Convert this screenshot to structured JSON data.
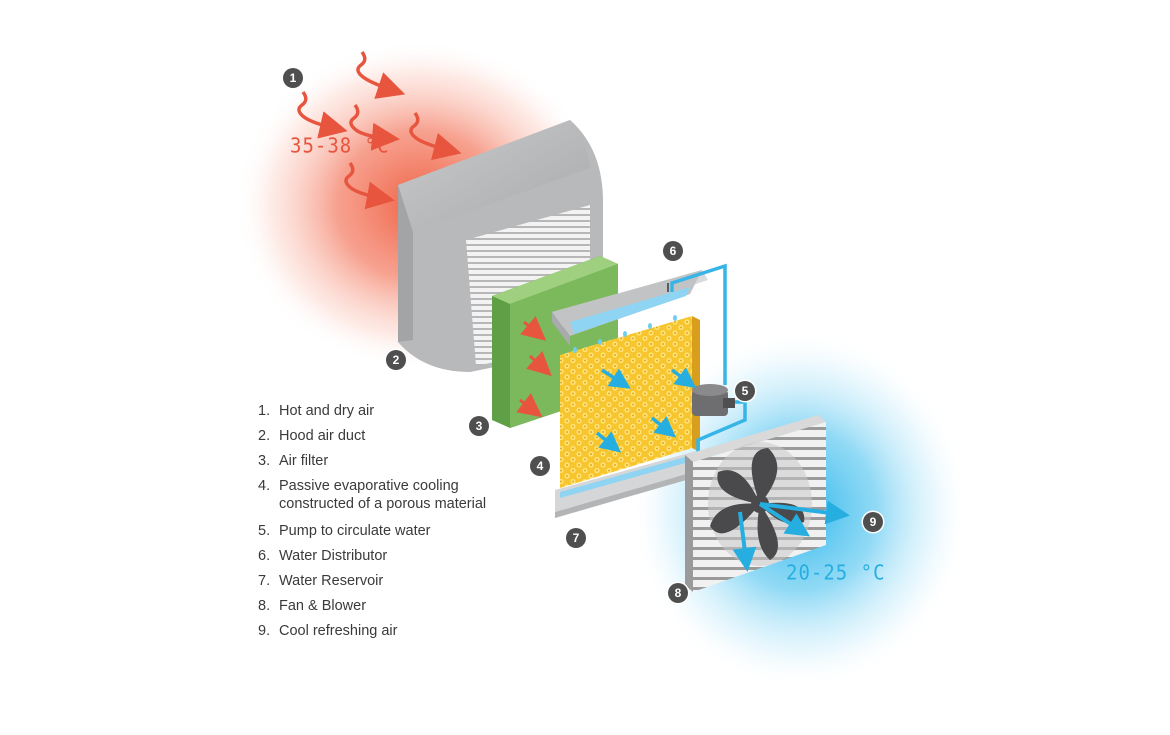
{
  "temperatures": {
    "hot": "35-38 °C",
    "cool": "20-25 °C"
  },
  "badges": [
    "1",
    "2",
    "3",
    "4",
    "5",
    "6",
    "7",
    "8",
    "9"
  ],
  "legend": [
    {
      "num": "1.",
      "text": "Hot and dry air"
    },
    {
      "num": "2.",
      "text": "Hood air duct"
    },
    {
      "num": "3.",
      "text": "Air filter"
    },
    {
      "num": "4.",
      "text": "Passive evaporative cooling\nconstructed of a porous material"
    },
    {
      "num": "5.",
      "text": "Pump to circulate water"
    },
    {
      "num": "6.",
      "text": "Water Distributor"
    },
    {
      "num": "7.",
      "text": "Water Reservoir"
    },
    {
      "num": "8.",
      "text": "Fan & Blower"
    },
    {
      "num": "9.",
      "text": "Cool refreshing air"
    }
  ],
  "colors": {
    "hot": "#e8553f",
    "cool": "#26aee0",
    "hood": "#b9babc",
    "filter": "#7cb85c",
    "pad": "#f6c731",
    "badge": "#4f4f4f"
  }
}
